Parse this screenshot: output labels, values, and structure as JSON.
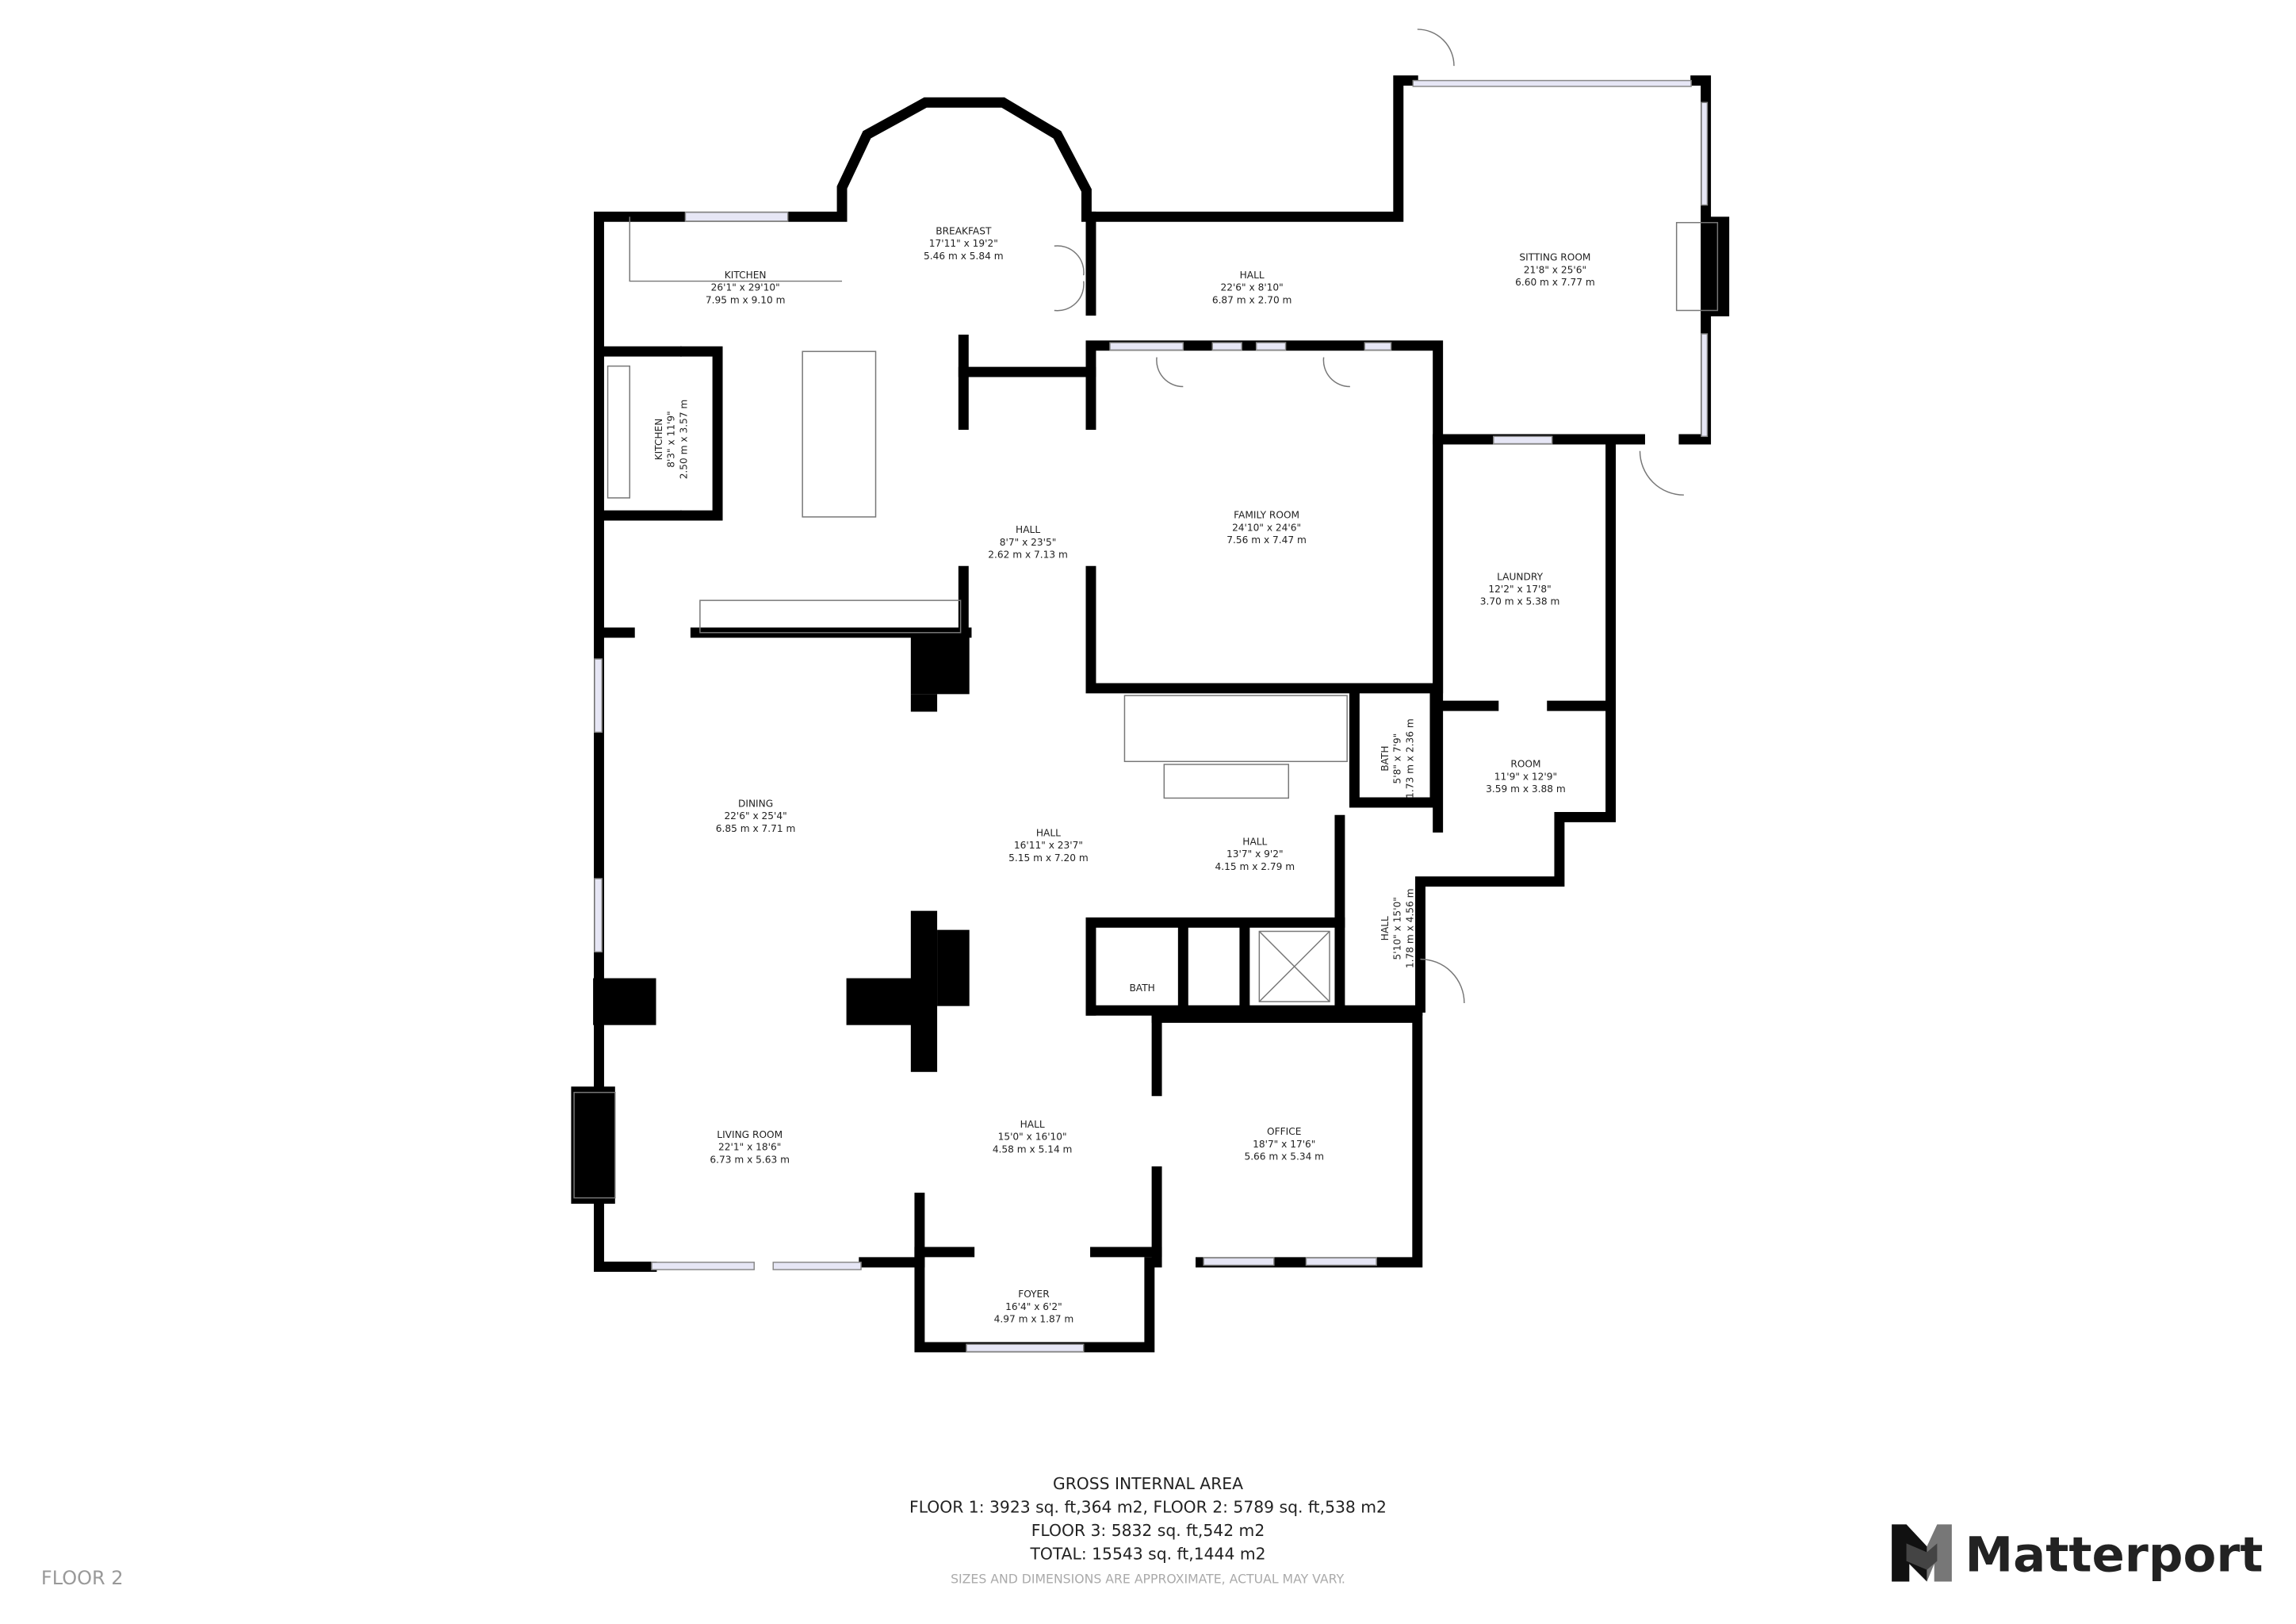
{
  "rooms": [
    {
      "name": "BREAKFAST",
      "imperial": "17'11\" x 19'2\"",
      "metric": "5.46 m x 5.84 m"
    },
    {
      "name": "KITCHEN",
      "imperial": "26'1\" x 29'10\"",
      "metric": "7.95 m x 9.10 m"
    },
    {
      "name": "KITCHEN",
      "imperial": "8'3\" x 11'9\"",
      "metric": "2.50 m x 3.57 m"
    },
    {
      "name": "HALL",
      "imperial": "22'6\" x 8'10\"",
      "metric": "6.87 m x 2.70 m"
    },
    {
      "name": "SITTING ROOM",
      "imperial": "21'8\" x 25'6\"",
      "metric": "6.60 m x 7.77 m"
    },
    {
      "name": "HALL",
      "imperial": "8'7\" x 23'5\"",
      "metric": "2.62 m x 7.13 m"
    },
    {
      "name": "FAMILY ROOM",
      "imperial": "24'10\" x 24'6\"",
      "metric": "7.56 m x 7.47 m"
    },
    {
      "name": "LAUNDRY",
      "imperial": "12'2\" x 17'8\"",
      "metric": "3.70 m x 5.38 m"
    },
    {
      "name": "BATH",
      "imperial": "5'8\" x 7'9\"",
      "metric": "1.73 m x 2.36 m"
    },
    {
      "name": "ROOM",
      "imperial": "11'9\" x 12'9\"",
      "metric": "3.59 m x 3.88 m"
    },
    {
      "name": "DINING",
      "imperial": "22'6\" x 25'4\"",
      "metric": "6.85 m x 7.71 m"
    },
    {
      "name": "HALL",
      "imperial": "16'11\" x 23'7\"",
      "metric": "5.15 m x 7.20 m"
    },
    {
      "name": "HALL",
      "imperial": "13'7\" x 9'2\"",
      "metric": "4.15 m x 2.79 m"
    },
    {
      "name": "HALL",
      "imperial": "5'10\" x 15'0\"",
      "metric": "1.78 m x 4.56 m"
    },
    {
      "name": "BATH"
    },
    {
      "name": "LIVING ROOM",
      "imperial": "22'1\" x 18'6\"",
      "metric": "6.73 m x 5.63 m"
    },
    {
      "name": "HALL",
      "imperial": "15'0\" x 16'10\"",
      "metric": "4.58 m x 5.14 m"
    },
    {
      "name": "OFFICE",
      "imperial": "18'7\" x 17'6\"",
      "metric": "5.66 m x 5.34 m"
    },
    {
      "name": "FOYER",
      "imperial": "16'4\" x 6'2\"",
      "metric": "4.97 m x 1.87 m"
    }
  ],
  "footer": {
    "title": "GROSS INTERNAL AREA",
    "line1": "FLOOR 1: 3923 sq. ft,364 m2, FLOOR 2: 5789 sq. ft,538 m2",
    "line2": "FLOOR 3: 5832 sq. ft,542 m2",
    "line3": "TOTAL: 15543 sq. ft,1444 m2",
    "disclaimer": "SIZES AND DIMENSIONS ARE APPROXIMATE, ACTUAL MAY VARY."
  },
  "floor_label": "FLOOR 2",
  "brand": {
    "name": "Matterport",
    "color": "#222222"
  }
}
